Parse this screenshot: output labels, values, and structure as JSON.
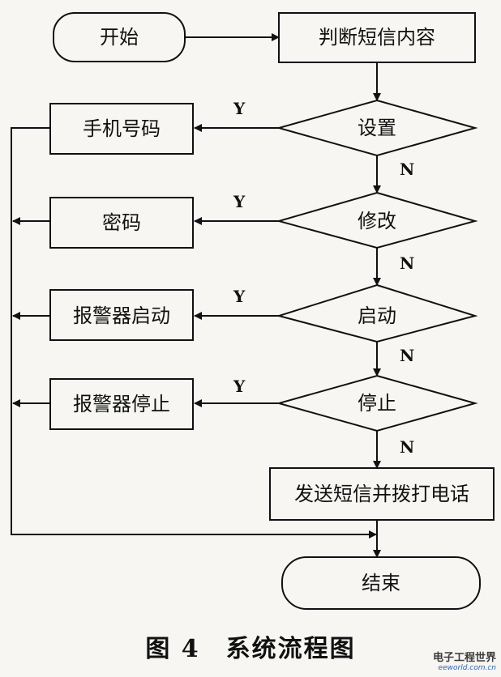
{
  "nodes": {
    "start": "开始",
    "judge": "判断短信内容",
    "d_set": "设置",
    "d_modify": "修改",
    "d_start": "启动",
    "d_stop": "停止",
    "phone": "手机号码",
    "password": "密码",
    "alarm_start": "报警器启动",
    "alarm_stop": "报警器停止",
    "send": "发送短信并拨打电话",
    "end": "结束"
  },
  "labels": {
    "yes": "Y",
    "no": "N"
  },
  "caption": "图 4　系统流程图",
  "watermark": {
    "main": "电子工程世界",
    "site": "eeworld.com.cn"
  }
}
